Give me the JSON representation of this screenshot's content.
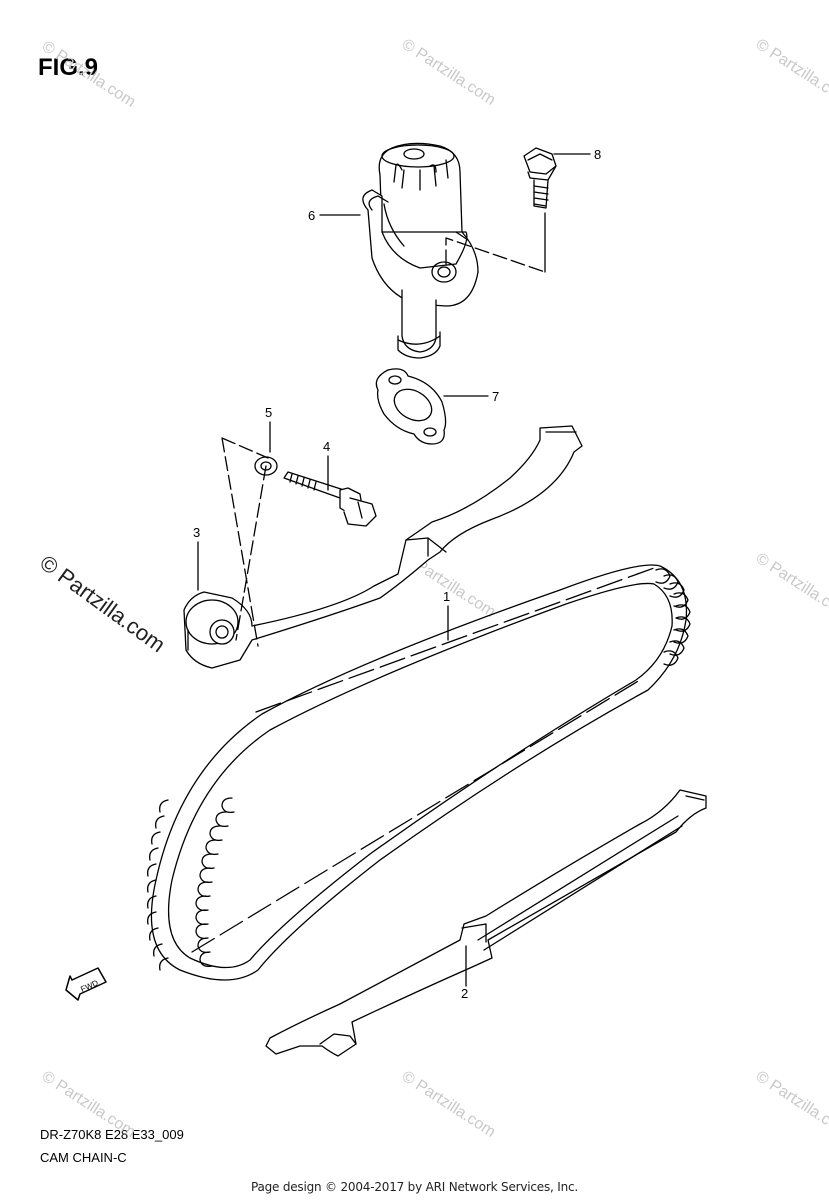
{
  "figure": {
    "title": "FIG.9",
    "model_code": "DR-Z70K8 E28 E33_009",
    "section_name": "CAM CHAIN-C",
    "footer": "Page design © 2004-2017 by ARI Network Services, Inc."
  },
  "callouts": [
    "1",
    "2",
    "3",
    "4",
    "5",
    "6",
    "7",
    "8"
  ],
  "fwd_label": "FWD",
  "watermark": {
    "text": "© Partzilla.com",
    "main_text": "© Partzilla.com"
  },
  "colors": {
    "line": "#000000",
    "watermark": "#c9c9c9"
  }
}
